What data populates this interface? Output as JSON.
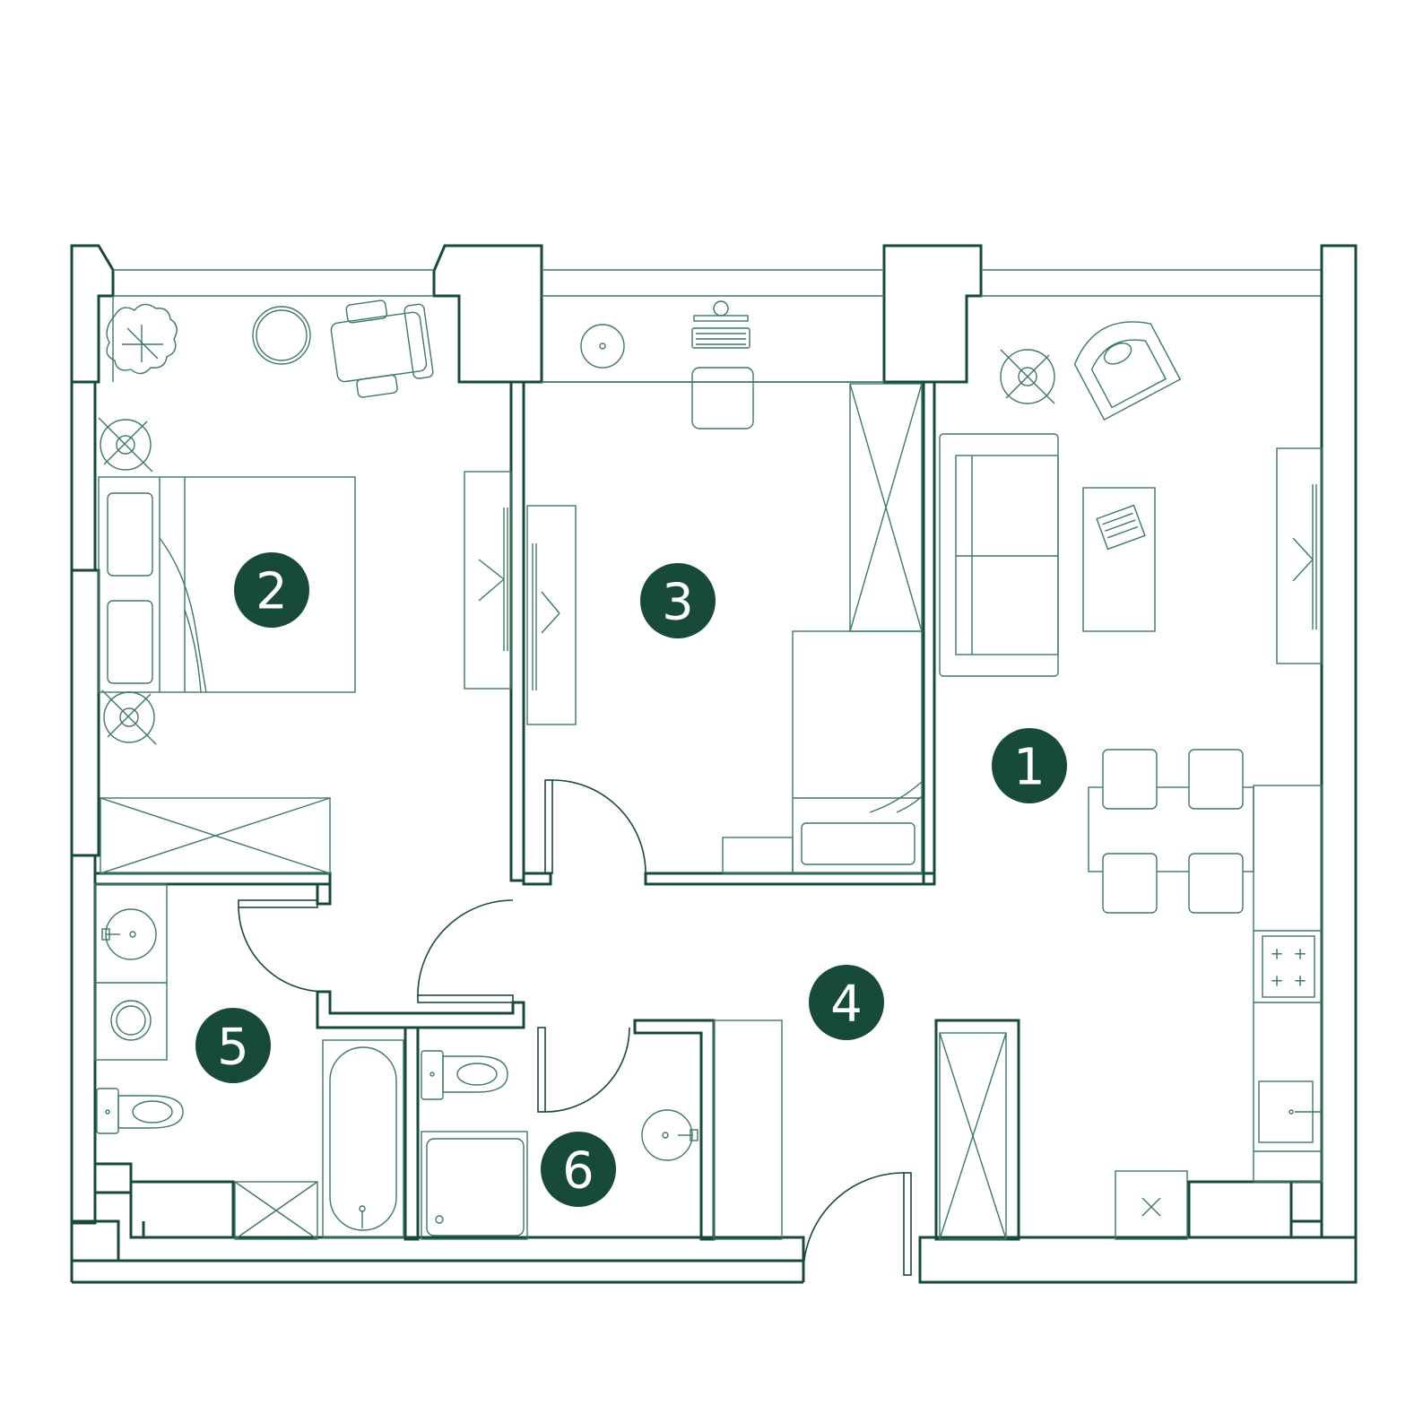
{
  "plan": {
    "colors": {
      "wall": "#1a4a36",
      "furniture": "#3d7a5f",
      "badge": "#174a37",
      "badge_text": "#ffffff"
    },
    "rooms": [
      {
        "id": "room-1",
        "label": "1"
      },
      {
        "id": "room-2",
        "label": "2"
      },
      {
        "id": "room-3",
        "label": "3"
      },
      {
        "id": "room-4",
        "label": "4"
      },
      {
        "id": "room-5",
        "label": "5"
      },
      {
        "id": "room-6",
        "label": "6"
      }
    ]
  }
}
